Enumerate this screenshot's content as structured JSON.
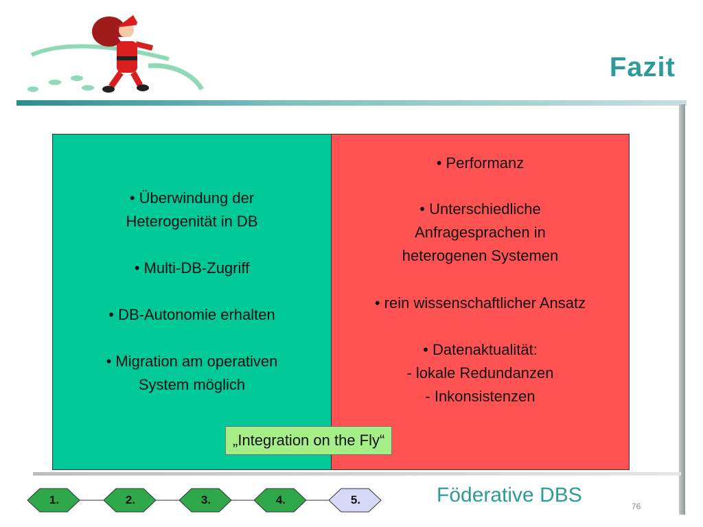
{
  "slide": {
    "title": "Fazit",
    "logo_icon": "santa-claus-logo-icon"
  },
  "pros": {
    "items": [
      {
        "line1": "• Überwindung der",
        "line2": "Heterogenität in DB"
      },
      {
        "line1": "• Multi-DB-Zugriff"
      },
      {
        "line1": "• DB-Autonomie erhalten"
      },
      {
        "line1": "• Migration am operativen",
        "line2": "System möglich"
      }
    ]
  },
  "cons": {
    "items": [
      {
        "line1": "• Performanz"
      },
      {
        "line1": "• Unterschiedliche",
        "line2": "Anfragesprachen in",
        "line3": "heterogenen Systemen"
      },
      {
        "line1": "• rein wissenschaftlicher Ansatz"
      },
      {
        "line1": "• Datenaktualität:",
        "line2": "- lokale Redundanzen",
        "line3": "- Inkonsistenzen"
      }
    ]
  },
  "callout": "„Integration on the Fly“",
  "nav": {
    "steps": [
      {
        "label": "1.",
        "active": false
      },
      {
        "label": "2.",
        "active": false
      },
      {
        "label": "3.",
        "active": false
      },
      {
        "label": "4.",
        "active": false
      },
      {
        "label": "5.",
        "active": true
      }
    ]
  },
  "footer": {
    "title": "Föderative DBS",
    "page_number": "76"
  },
  "colors": {
    "accent": "#2e9a9a",
    "pros_background": "#00c896",
    "cons_background": "#ff5252",
    "callout_background": "#a6ee88",
    "nav_inactive": "#2ea84a",
    "nav_active": "#d8d8f8"
  }
}
